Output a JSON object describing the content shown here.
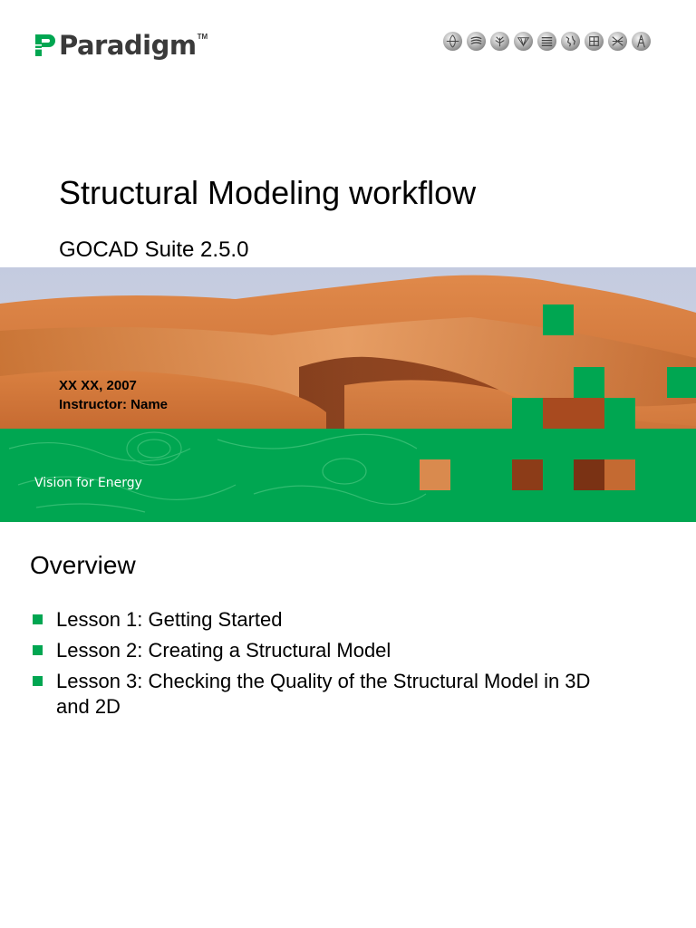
{
  "brand": {
    "name": "Paradigm",
    "trademark": "TM",
    "green": "#00a651"
  },
  "header_icons": [
    "globe-icon",
    "layers-icon",
    "tree-icon",
    "fan-icon",
    "stack-icon",
    "map-icon",
    "grid-icon",
    "mesh-icon",
    "rig-icon"
  ],
  "slide": {
    "title": "Structural Modeling workflow",
    "subtitle": "GOCAD Suite 2.5.0",
    "date": "XX XX, 2007",
    "instructor": "Instructor: Name",
    "tagline": "Vision for Energy"
  },
  "overview": {
    "heading": "Overview",
    "lessons": [
      "Lesson 1: Getting Started",
      "Lesson 2: Creating a Structural Model",
      "Lesson 3: Checking the Quality of the Structural Model in 3D and 2D"
    ]
  }
}
